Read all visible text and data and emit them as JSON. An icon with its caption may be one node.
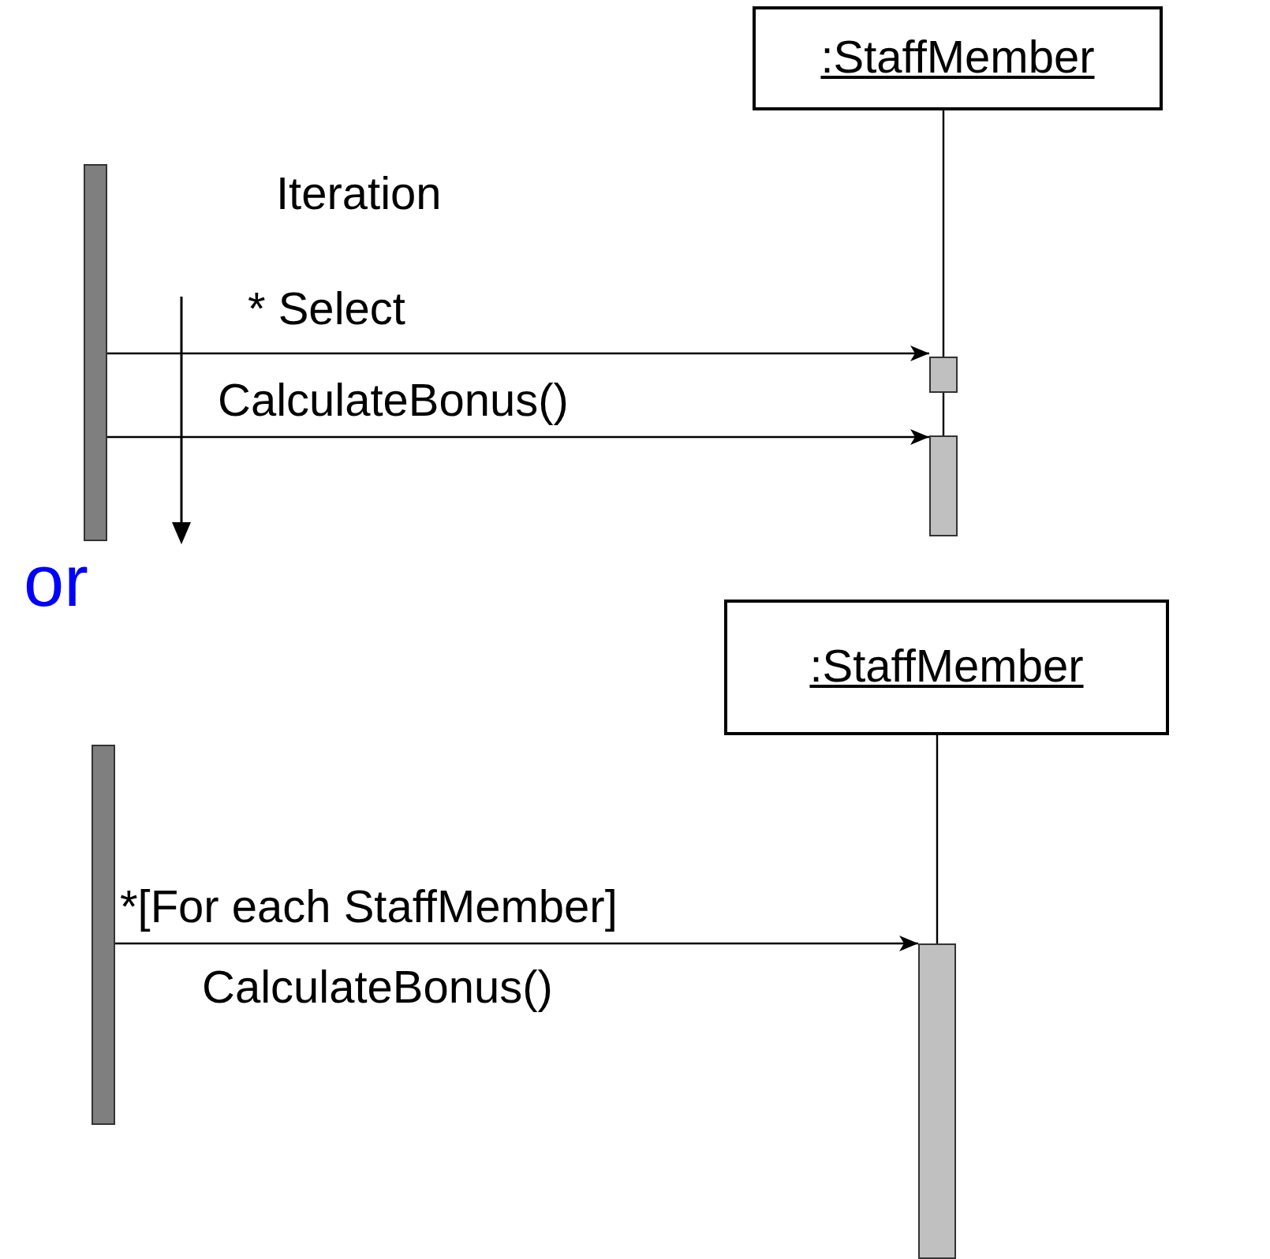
{
  "diagram": {
    "nodes": [
      {
        "text": [
          ":StaffMember"
        ]
      },
      {
        "text": [],
        "shape": "bar"
      },
      {
        "text": [],
        "shape": "bar"
      },
      {
        "text": [],
        "shape": "bar"
      },
      {
        "text": [
          ":StaffMember"
        ]
      },
      {
        "text": [],
        "shape": "bar"
      },
      {
        "text": [],
        "shape": "bar"
      }
    ],
    "edges": [
      {
        "from": 1,
        "to": 2,
        "arrow": "to",
        "label": "* Select"
      },
      {
        "from": 1,
        "to": 3,
        "arrow": "to",
        "label": "CalculateBonus()"
      },
      {
        "from": 0,
        "to": 2,
        "arrow": "none"
      },
      {
        "from": 2,
        "to": 3,
        "arrow": "none"
      },
      {
        "from": 4,
        "to": 6,
        "arrow": "none"
      },
      {
        "from": 5,
        "to": 6,
        "arrow": "to",
        "label": "*[For each StaffMember]"
      }
    ],
    "labels": [
      "Iteration",
      "or",
      "CalculateBonus()"
    ]
  }
}
